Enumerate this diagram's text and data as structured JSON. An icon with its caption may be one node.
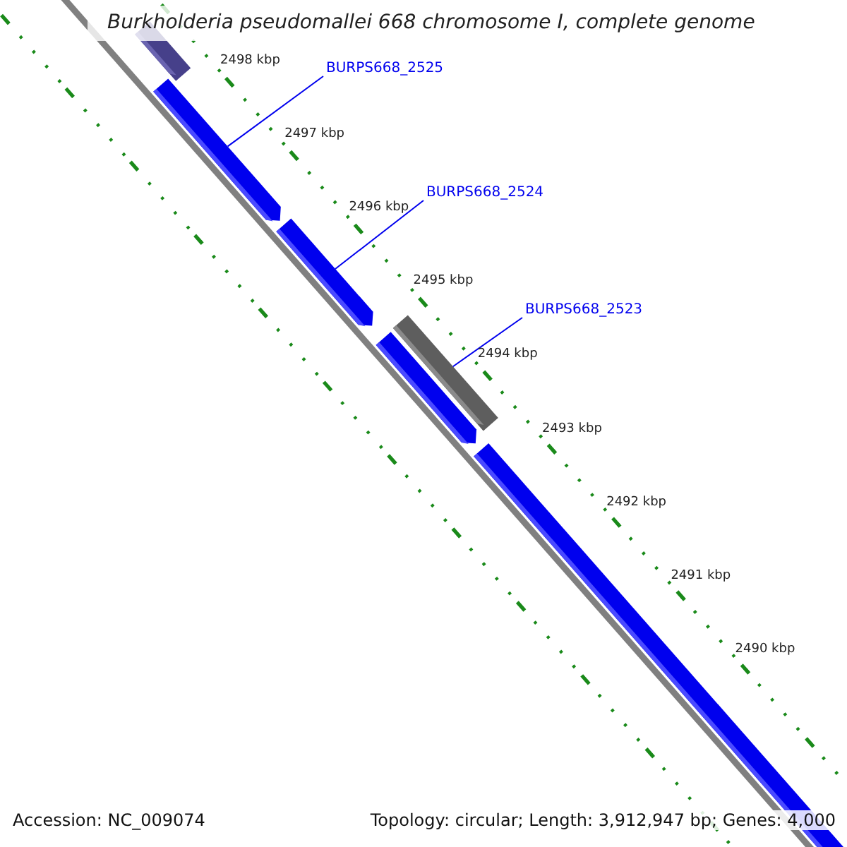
{
  "diagram": {
    "title": "Burkholderia pseudomallei 668 chromosome I, complete genome",
    "nodes": [
      {
        "text": [
          "BURPS668_2525"
        ]
      },
      {
        "text": [
          "BURPS668_2524"
        ]
      },
      {
        "text": [
          "BURPS668_2523"
        ]
      },
      {
        "text": [],
        "shape": "bar"
      },
      {
        "text": [],
        "shape": "arrow"
      },
      {
        "text": [],
        "shape": "arrow"
      },
      {
        "text": [],
        "shape": "bar"
      },
      {
        "text": [],
        "shape": "arrow"
      },
      {
        "text": [],
        "shape": "bar"
      }
    ],
    "edges": [
      {
        "from": 0,
        "to": 4,
        "arrow": "none"
      },
      {
        "from": 1,
        "to": 5,
        "arrow": "none"
      },
      {
        "from": 2,
        "to": 6,
        "arrow": "none"
      }
    ],
    "labels": [
      "2498 kbp",
      "2497 kbp",
      "2496 kbp",
      "2495 kbp",
      "2494 kbp",
      "2493 kbp",
      "2492 kbp",
      "2491 kbp",
      "2490 kbp",
      "Accession: NC_009074",
      "Topology: circular; Length: 3,912,947 bp; Genes: 4,000"
    ]
  }
}
